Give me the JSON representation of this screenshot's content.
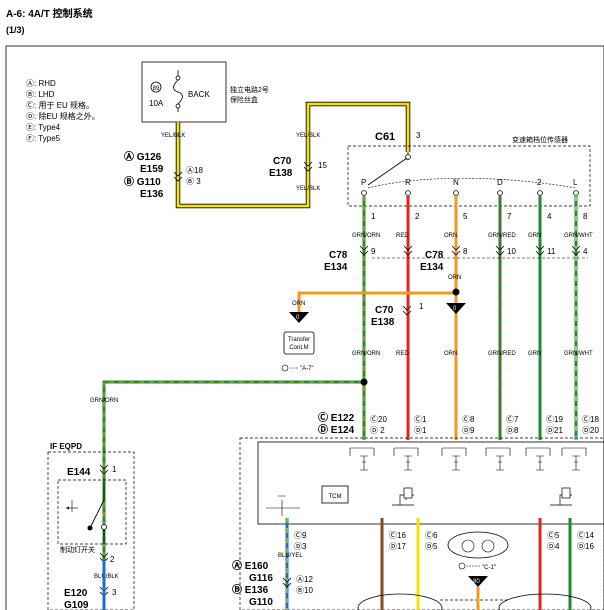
{
  "page": {
    "title": "A-6: 4A/T 控制系统",
    "subtitle": "(1/3)"
  },
  "legend": [
    "Ⓐ: RHD",
    "Ⓑ: LHD",
    "Ⓒ: 用于 EU 规格。",
    "Ⓓ: 除EU 规格之外。",
    "Ⓔ: Type4",
    "Ⓕ: Type5"
  ],
  "fuse": {
    "number": "89",
    "rating": "10A",
    "name": "BACK",
    "box_line1": "独立电路2号",
    "box_line2": "保险丝盒"
  },
  "wire_colors": {
    "yel_blk": "YEL/BLK",
    "grn_orn": "GRN/ORN",
    "red": "RED",
    "orn": "ORN",
    "grn_red": "GRN/RED",
    "grn": "GRN",
    "grn_wht": "GRN/WHT",
    "blu_yel": "BLU/YEL",
    "blu_blk": "BLU/BLK"
  },
  "connectors": {
    "g126_block": {
      "line1": "Ⓐ G126",
      "line2": "E159",
      "line3": "Ⓑ G110",
      "line4": "E136",
      "pin_a": "Ⓐ18",
      "pin_b": "Ⓑ 3"
    },
    "c61": {
      "name": "C61",
      "pin": "3"
    },
    "c70_top": {
      "line1": "C70",
      "line2": "E138",
      "pin": "15"
    },
    "c78_left": {
      "line1": "C78",
      "line2": "E134",
      "pin": "9"
    },
    "c78_right": {
      "line1": "C78",
      "line2": "E134",
      "pin": "8"
    },
    "c70_mid": {
      "line1": "C70",
      "line2": "E138",
      "pin": "1"
    },
    "e122": {
      "line1": "Ⓒ E122",
      "line2": "Ⓓ E124"
    },
    "e144": {
      "name": "E144",
      "pin1": "1",
      "pin2": "2"
    },
    "e120": {
      "line1": "E120",
      "line2": "G109",
      "pin": "3"
    },
    "e160": {
      "line1": "Ⓐ E160",
      "line2": "G116",
      "line3": "Ⓑ E136",
      "line4": "G110",
      "pin_a": "Ⓐ12",
      "pin_b": "Ⓑ10"
    }
  },
  "sensor": {
    "label": "变速箱档位传感器",
    "positions": [
      "P",
      "R",
      "N",
      "D",
      "2",
      "L"
    ],
    "pins_top": [
      "1",
      "2",
      "5",
      "7",
      "4",
      "8"
    ],
    "pins_mid": [
      "9",
      "8",
      "10",
      "11",
      "4"
    ]
  },
  "tcm_pins": [
    {
      "c": "Ⓒ20",
      "d": "Ⓓ 2"
    },
    {
      "c": "Ⓒ1",
      "d": "Ⓓ1"
    },
    {
      "c": "Ⓒ8",
      "d": "Ⓓ9"
    },
    {
      "c": "Ⓒ7",
      "d": "Ⓓ8"
    },
    {
      "c": "Ⓒ19",
      "d": "Ⓓ21"
    },
    {
      "c": "Ⓒ18",
      "d": "Ⓓ20"
    }
  ],
  "tcm_bottom_pins": [
    {
      "c": "Ⓒ9",
      "d": "Ⓓ3"
    },
    {
      "c": "Ⓒ16",
      "d": "Ⓓ17"
    },
    {
      "c": "Ⓒ6",
      "d": "Ⓓ5"
    },
    {
      "c": "Ⓒ5",
      "d": "Ⓓ4"
    },
    {
      "c": "Ⓒ14",
      "d": "Ⓓ16"
    }
  ],
  "tcm": {
    "label": "TCM"
  },
  "transfer": {
    "line1": "Transfer",
    "line2": "Cont.M",
    "ref": "\"A-7\"",
    "conn": "0"
  },
  "meter": {
    "ref": "\"C-1\"",
    "badge": "80"
  },
  "junction_marker": "0",
  "if_box": "IF EQPD",
  "brake_switch": "制动灯开关",
  "colors": {
    "yellow": "#f5e400",
    "green": "#1f8c32",
    "red": "#e8231d",
    "orange": "#f39a1e",
    "brown": "#8b4a1f",
    "blue": "#1c6fcf"
  }
}
